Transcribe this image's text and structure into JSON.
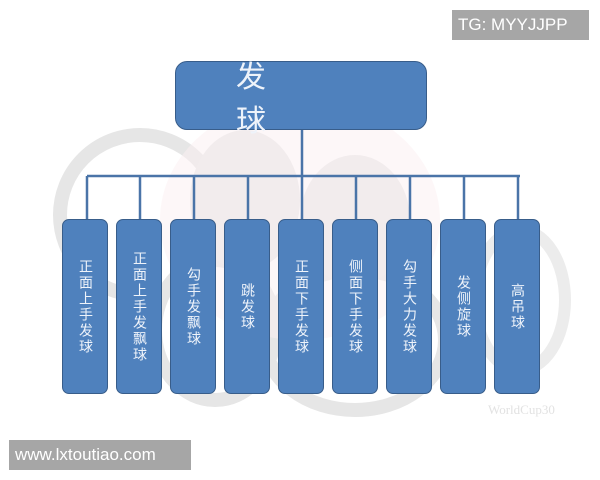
{
  "diagram": {
    "type": "org-chart",
    "root": {
      "label": "发 球"
    },
    "children": [
      {
        "label": "正面上手发球"
      },
      {
        "label": "正面上手发飘球"
      },
      {
        "label": "勾手发飘球"
      },
      {
        "label": "跳发球"
      },
      {
        "label": "正面下手发球"
      },
      {
        "label": "侧面下手发球"
      },
      {
        "label": "勾手大力发球"
      },
      {
        "label": "发侧旋球"
      },
      {
        "label": "高吊球"
      }
    ],
    "colors": {
      "box_fill": "#4F81BD",
      "box_border": "#385D8A",
      "connector": "#4A74A8",
      "text": "#EEF3FA"
    }
  },
  "watermarks": {
    "top_right": "TG: MYYJJPP",
    "bottom_left": "www.lxtoutiao.com",
    "corner_logo": "WorldCup30"
  }
}
